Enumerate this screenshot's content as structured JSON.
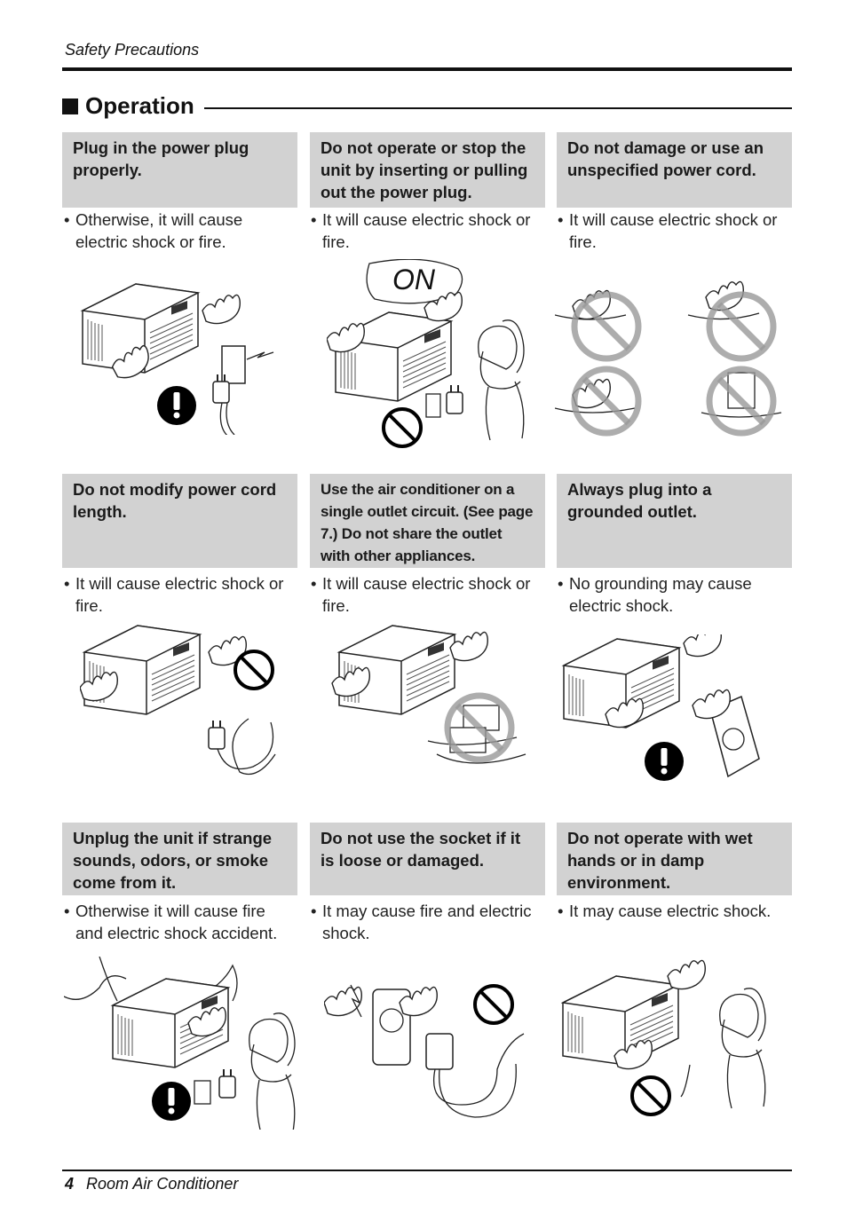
{
  "header": {
    "title": "Safety Precautions"
  },
  "section": {
    "title": "Operation"
  },
  "cards": [
    {
      "title": "Plug in the power plug properly.",
      "note": "Otherwise, it will cause electric shock or fire."
    },
    {
      "title": "Do not operate or stop the unit by inserting or pulling out the power plug.",
      "note": "It will cause electric shock or fire.",
      "callout": "ON"
    },
    {
      "title": "Do not damage or use an unspecified power cord.",
      "note": "It will cause electric shock or fire."
    },
    {
      "title": "Do not modify power cord length.",
      "note": "It will cause electric shock or fire."
    },
    {
      "title": "Use the air conditioner on a single outlet circuit. (See page 7.) Do not share the outlet with other appliances.",
      "note": "It will cause electric shock or fire."
    },
    {
      "title": "Always plug into a grounded outlet.",
      "note": "No grounding may cause electric shock."
    },
    {
      "title": "Unplug the unit if strange sounds, odors, or smoke come from it.",
      "note": "Otherwise it will cause fire and electric shock accident."
    },
    {
      "title": "Do not use the socket if it is loose or damaged.",
      "note": "It may cause fire and electric shock."
    },
    {
      "title": "Do not operate with wet hands or in damp environment.",
      "note": "It may cause electric shock."
    }
  ],
  "footer": {
    "page_number": "4",
    "title": "Room Air Conditioner"
  },
  "icons": [
    "mandatory-exclamation-icon",
    "prohibition-icon"
  ],
  "colors": {
    "title_box": "#d2d2d2",
    "ink": "#111111"
  }
}
